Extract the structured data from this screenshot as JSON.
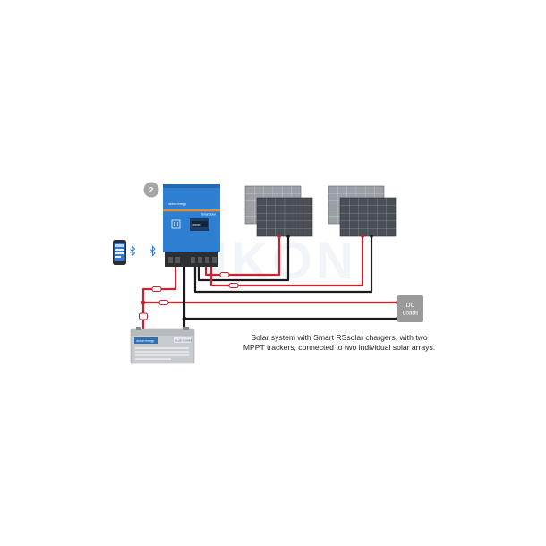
{
  "badge": {
    "number": "2"
  },
  "dc_loads": {
    "line1": "DC",
    "line2": "Loads"
  },
  "caption": {
    "line1": "Solar system with Smart RSsolar chargers, with two",
    "line2": "MPPT trackers, connected to two individual solar arrays."
  },
  "charger": {
    "brand": "victron energy",
    "model": "SmartSolar",
    "screen": "88888"
  },
  "battery": {
    "brand": "victron energy",
    "badge": "BLUE POWER"
  },
  "watermark": "NKON",
  "colors": {
    "charger_blue": "#2e7fd1",
    "charger_orange": "#e98a2e",
    "cable_red": "#c8232f",
    "cable_black": "#1a1a1a",
    "panel_dark": "#4a4f56",
    "panel_light": "#9aa0a6",
    "dc_box": "#9a9a9a",
    "badge_gray": "#a6a6a6"
  },
  "icons": [
    "bluetooth-icon",
    "smartphone-icon",
    "solar-panel-icon",
    "battery-icon",
    "fuse-icon"
  ]
}
